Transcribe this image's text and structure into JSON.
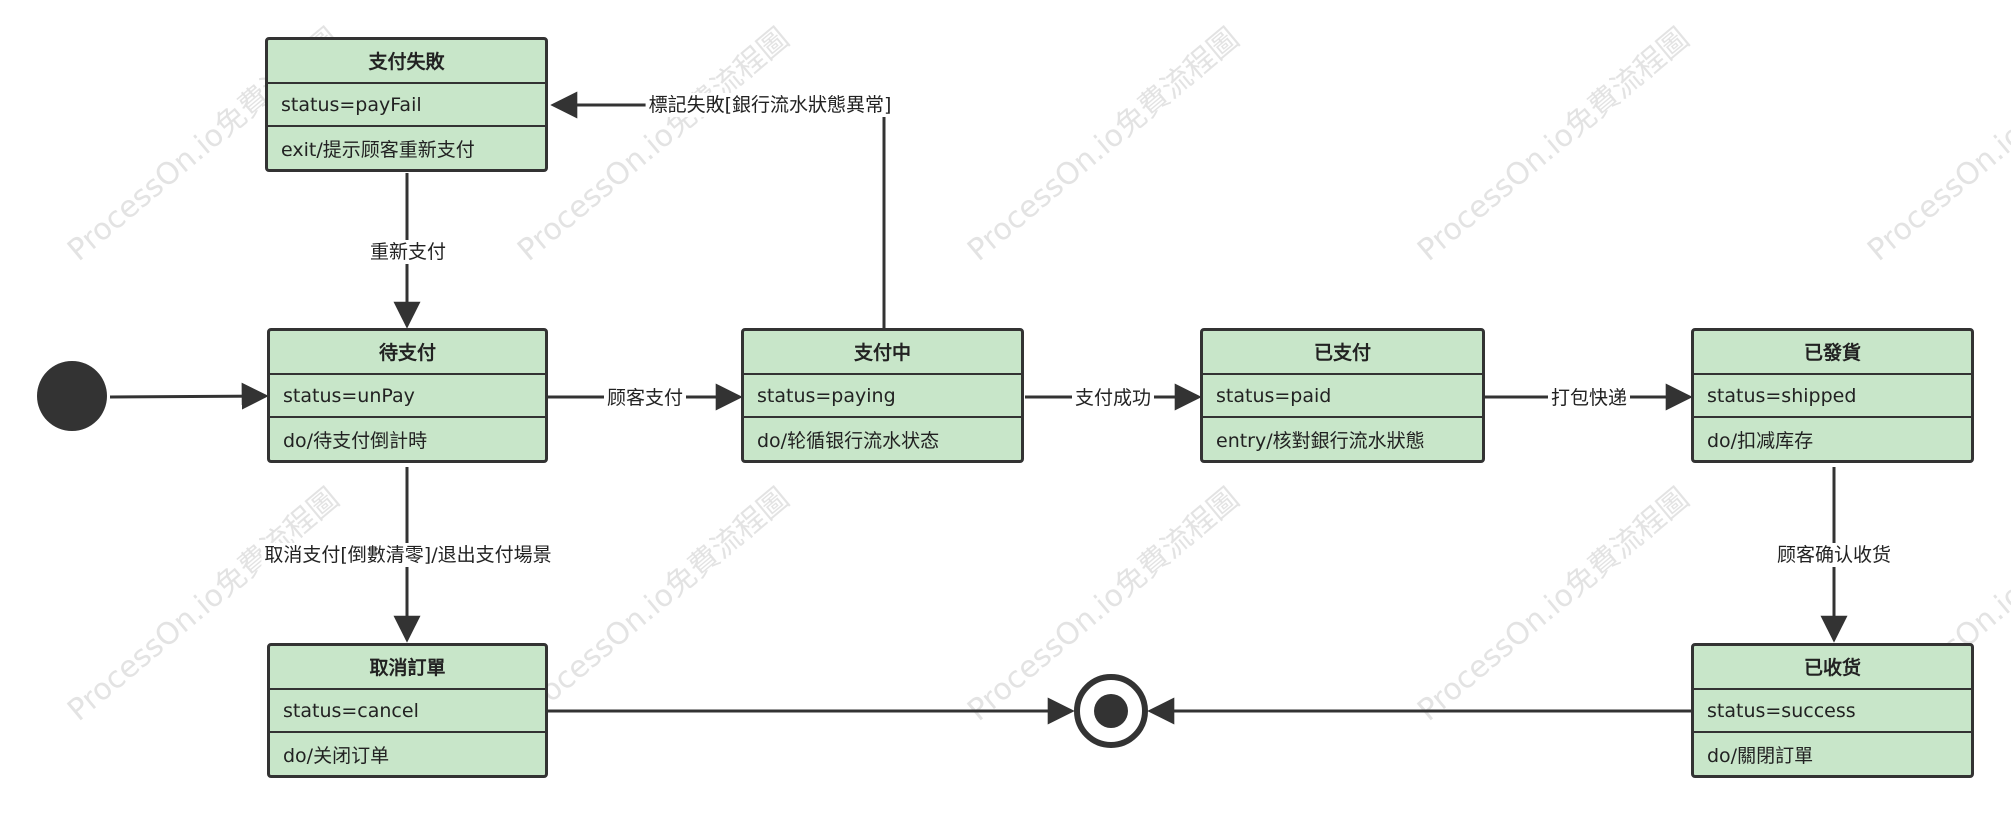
{
  "watermark": "ProcessOn.io免費流程圖",
  "states": {
    "payfail": {
      "title": "支付失敗",
      "status": "status=payFail",
      "action": "exit/提示顾客重新支付"
    },
    "unpay": {
      "title": "待支付",
      "status": "status=unPay",
      "action": "do/待支付倒計時"
    },
    "paying": {
      "title": "支付中",
      "status": "status=paying",
      "action": "do/轮循银行流水状态"
    },
    "paid": {
      "title": "已支付",
      "status": "status=paid",
      "action": "entry/核對銀行流水狀態"
    },
    "shipped": {
      "title": "已發貨",
      "status": "status=shipped",
      "action": "do/扣减库存"
    },
    "cancel": {
      "title": "取消訂單",
      "status": "status=cancel",
      "action": "do/关闭订单"
    },
    "success": {
      "title": "已收货",
      "status": "status=success",
      "action": "do/關閉訂單"
    }
  },
  "transitions": {
    "mark_fail": "標記失敗[銀行流水狀態異常]",
    "repay": "重新支付",
    "customer_pay": "顾客支付",
    "pay_success": "支付成功",
    "pack_ship": "打包快递",
    "cancel_pay": "取消支付[倒數清零]/退出支付場景",
    "confirm_receipt": "顾客确认收货"
  }
}
